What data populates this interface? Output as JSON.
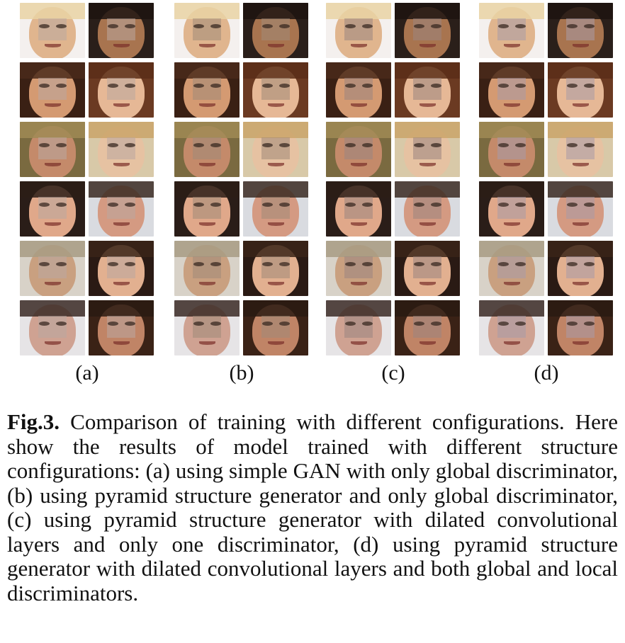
{
  "panels": [
    {
      "label": "(a)",
      "patch_color": "#b9a7a0"
    },
    {
      "label": "(b)",
      "patch_color": "#a08a78"
    },
    {
      "label": "(c)",
      "patch_color": "#9a8580"
    },
    {
      "label": "(d)",
      "patch_color": "#a89aa8"
    }
  ],
  "faces": [
    {
      "left": {
        "bg": "#f4f0ee",
        "hair": "#e9d3a5",
        "skin": "#e0b58e"
      },
      "right": {
        "bg": "#2a1f1a",
        "hair": "#1d1410",
        "skin": "#a8744f"
      }
    },
    {
      "left": {
        "bg": "#3a2014",
        "hair": "#4a2a1a",
        "skin": "#d49a72"
      },
      "right": {
        "bg": "#6b3a22",
        "hair": "#5a2e18",
        "skin": "#e6b896"
      }
    },
    {
      "left": {
        "bg": "#7a6a40",
        "hair": "#a08a55",
        "skin": "#c48a6a"
      },
      "right": {
        "bg": "#d8c9a8",
        "hair": "#caa56a",
        "skin": "#e6c2a2"
      }
    },
    {
      "left": {
        "bg": "#2a1d18",
        "hair": "#2b1d16",
        "skin": "#e0a88a"
      },
      "right": {
        "bg": "#d9dbe0",
        "hair": "#3a2a22",
        "skin": "#d49a82"
      }
    },
    {
      "left": {
        "bg": "#d8d2c8",
        "hair": "#a89c84",
        "skin": "#c9a080"
      },
      "right": {
        "bg": "#2a1a14",
        "hair": "#3a2418",
        "skin": "#e2b090"
      }
    },
    {
      "left": {
        "bg": "#e6e4e6",
        "hair": "#3a2a24",
        "skin": "#cfa292"
      },
      "right": {
        "bg": "#3a2216",
        "hair": "#2a1a12",
        "skin": "#c08466"
      }
    }
  ],
  "caption": {
    "figure_number": "Fig.3.",
    "text": " Comparison of training with different configurations. Here show the results of model trained with different structure configurations: (a) using simple GAN with only global discriminator, (b) using pyramid structure generator and only global discriminator, (c) using pyramid structure generator with dilated convolutional layers and only one discriminator, (d) using pyramid structure generator with dilated convolutional layers and both global and local discriminators."
  }
}
